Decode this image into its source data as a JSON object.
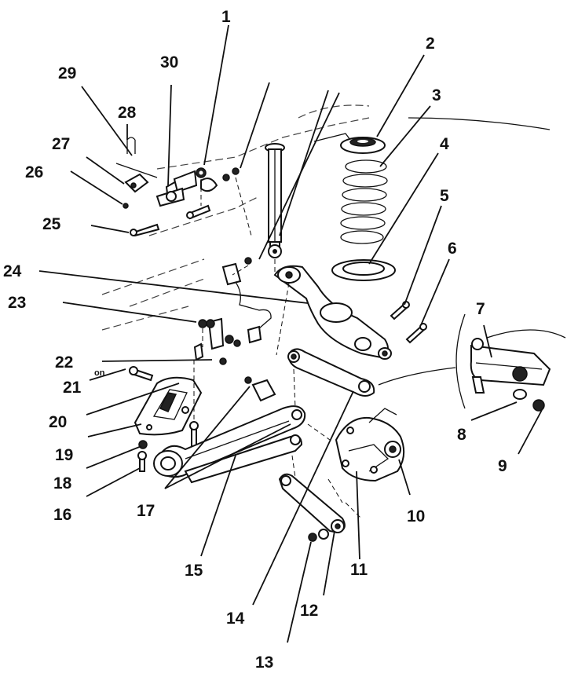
{
  "callouts": [
    {
      "id": "1",
      "text": "1"
    },
    {
      "id": "2",
      "text": "2"
    },
    {
      "id": "3",
      "text": "3"
    },
    {
      "id": "4",
      "text": "4"
    },
    {
      "id": "5",
      "text": "5"
    },
    {
      "id": "6",
      "text": "6"
    },
    {
      "id": "7",
      "text": "7"
    },
    {
      "id": "8",
      "text": "8"
    },
    {
      "id": "9",
      "text": "9"
    },
    {
      "id": "10",
      "text": "10"
    },
    {
      "id": "11",
      "text": "11"
    },
    {
      "id": "12",
      "text": "12"
    },
    {
      "id": "13",
      "text": "13"
    },
    {
      "id": "14",
      "text": "14"
    },
    {
      "id": "15",
      "text": "15"
    },
    {
      "id": "16",
      "text": "16"
    },
    {
      "id": "17",
      "text": "17"
    },
    {
      "id": "18",
      "text": "18"
    },
    {
      "id": "19",
      "text": "19"
    },
    {
      "id": "20",
      "text": "20"
    },
    {
      "id": "21",
      "text": "21"
    },
    {
      "id": "22",
      "text": "22"
    },
    {
      "id": "23",
      "text": "23"
    },
    {
      "id": "24",
      "text": "24"
    },
    {
      "id": "25",
      "text": "25"
    },
    {
      "id": "26",
      "text": "26"
    },
    {
      "id": "27",
      "text": "27"
    },
    {
      "id": "28",
      "text": "28"
    },
    {
      "id": "29",
      "text": "29"
    },
    {
      "id": "30",
      "text": "30"
    }
  ],
  "annotations": {
    "on_mark": "on"
  }
}
